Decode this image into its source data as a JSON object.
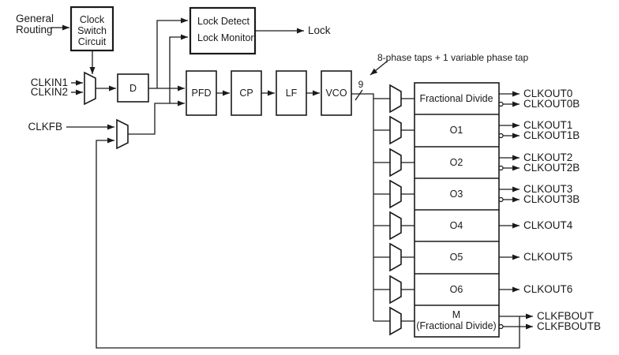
{
  "colors": {
    "line": "#1a1a1a",
    "background": "#ffffff"
  },
  "labels": {
    "general_routing_line1": "General",
    "general_routing_line2": "Routing",
    "clock_switch_line1": "Clock",
    "clock_switch_line2": "Switch",
    "clock_switch_line3": "Circuit",
    "clkin1": "CLKIN1",
    "clkin2": "CLKIN2",
    "clkfb": "CLKFB",
    "input_divider": "D",
    "lock_detect": "Lock Detect",
    "lock_monitor": "Lock Monitor",
    "lock": "Lock",
    "pfd": "PFD",
    "cp": "CP",
    "lf": "LF",
    "vco": "VCO",
    "vco_tap_count": "9",
    "phase_tap_note": "8-phase taps + 1 variable phase tap"
  },
  "divider_rows": [
    {
      "label": "Fractional Divide",
      "outputs": [
        "CLKOUT0",
        "CLKOUT0B"
      ]
    },
    {
      "label": "O1",
      "outputs": [
        "CLKOUT1",
        "CLKOUT1B"
      ]
    },
    {
      "label": "O2",
      "outputs": [
        "CLKOUT2",
        "CLKOUT2B"
      ]
    },
    {
      "label": "O3",
      "outputs": [
        "CLKOUT3",
        "CLKOUT3B"
      ]
    },
    {
      "label": "O4",
      "outputs": [
        "CLKOUT4"
      ]
    },
    {
      "label": "O5",
      "outputs": [
        "CLKOUT5"
      ]
    },
    {
      "label": "O6",
      "outputs": [
        "CLKOUT6"
      ]
    },
    {
      "label": "M",
      "label_line2": "(Fractional Divide)",
      "outputs": [
        "CLKFBOUT",
        "CLKFBOUTB"
      ]
    }
  ]
}
